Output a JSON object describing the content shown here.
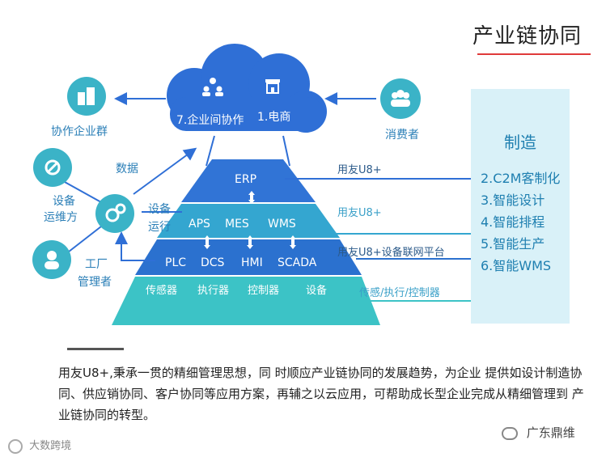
{
  "title": "产业链协同",
  "cloud": {
    "left_label": "7.企业间协作",
    "right_label": "1.电商"
  },
  "left_nodes": {
    "partners": "协作企业群",
    "data_label": "数据",
    "maintainer_line1": "设备",
    "maintainer_line2": "运维方",
    "equipment_line1": "设备",
    "equipment_line2": "运行",
    "manager_line1": "工厂",
    "manager_line2": "管理者"
  },
  "consumer": "消费者",
  "pyramid": {
    "erp": "ERP",
    "aps": "APS",
    "mes": "MES",
    "wms": "WMS",
    "plc": "PLC",
    "dcs": "DCS",
    "hmi": "HMI",
    "scada": "SCADA",
    "sensor": "传感器",
    "actuator": "执行器",
    "controller": "控制器",
    "device": "设备"
  },
  "layer_labels": {
    "l1": "用友U8+",
    "l2": "用友U8+",
    "l3": "用友U8+设备联网平台",
    "l4": "传感/执行/控制器"
  },
  "panel": {
    "head": "制造",
    "items": [
      "2.C2M客制化",
      "3.智能设计",
      "4.智能排程",
      "5.智能生产",
      "6.智能WMS"
    ]
  },
  "paragraph": "用友U8+,秉承一贯的精细管理思想，同 时顺应产业链协同的发展趋势，为企业 提供如设计制造协同、供应销协同、客户协同等应用方案，再辅之以云应用，可帮助成长型企业完成从精细管理到 产业链协同的转型。",
  "watermark_left": "大数跨境",
  "watermark_right": "广东鼎维",
  "colors": {
    "accent": "#2f6fd6",
    "teal": "#3bb3c7",
    "panel": "#d9f1f8",
    "text_blue": "#1e7fb0"
  }
}
